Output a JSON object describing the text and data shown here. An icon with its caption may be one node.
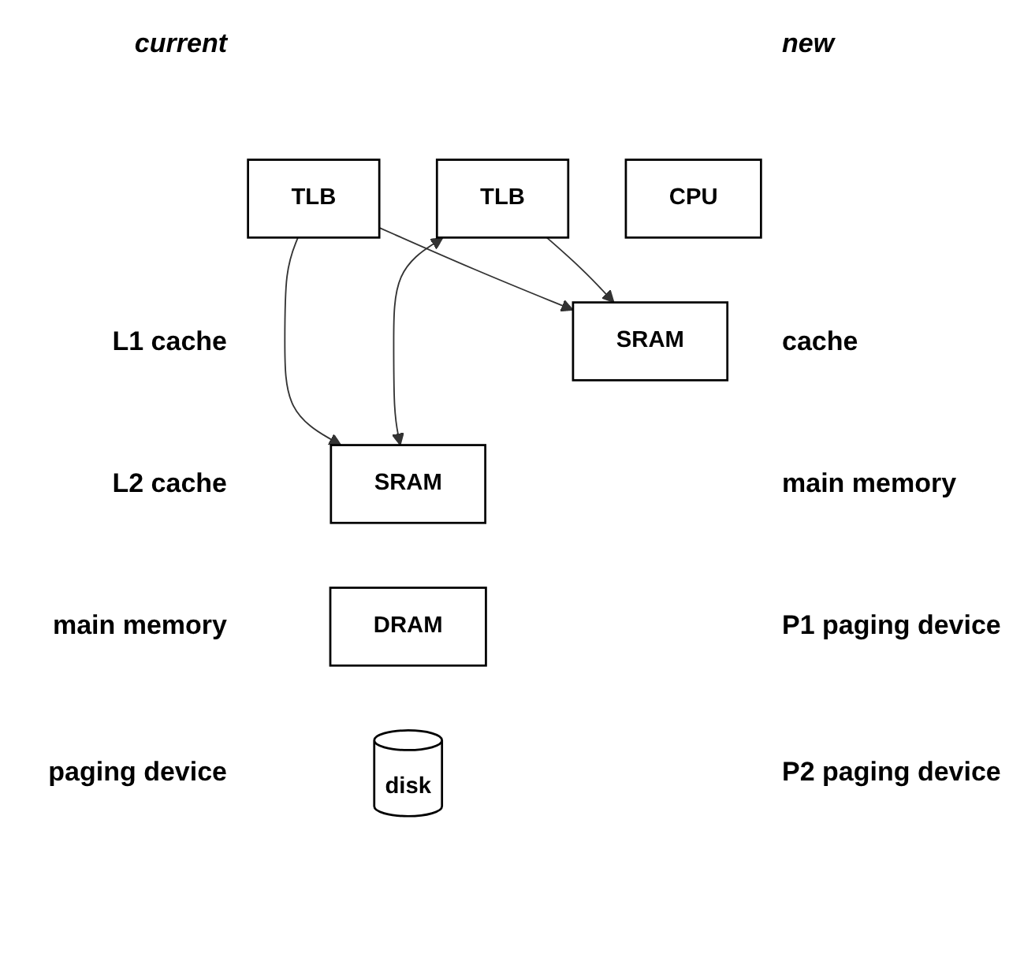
{
  "diagram": {
    "nodes": [
      {
        "text": [
          "TLB"
        ]
      },
      {
        "text": [
          "CPU"
        ]
      },
      {
        "text": [
          "TLB"
        ]
      },
      {
        "text": [
          "SRAM"
        ]
      },
      {
        "text": [
          "SRAM"
        ]
      },
      {
        "text": [
          "DRAM"
        ]
      },
      {
        "text": [
          "disk"
        ]
      }
    ],
    "edges": [
      {
        "from": 0,
        "to": 3,
        "arrow": "to"
      },
      {
        "from": 2,
        "to": 3,
        "arrow": "to"
      },
      {
        "from": 0,
        "to": 4,
        "arrow": "to"
      },
      {
        "from": 2,
        "to": 4,
        "arrow": "both"
      }
    ],
    "labels": [
      "current",
      "new",
      "L1 cache",
      "cache",
      "L2 cache",
      "main memory",
      "main memory",
      "P1 paging device",
      "paging device",
      "P2 paging device"
    ]
  }
}
